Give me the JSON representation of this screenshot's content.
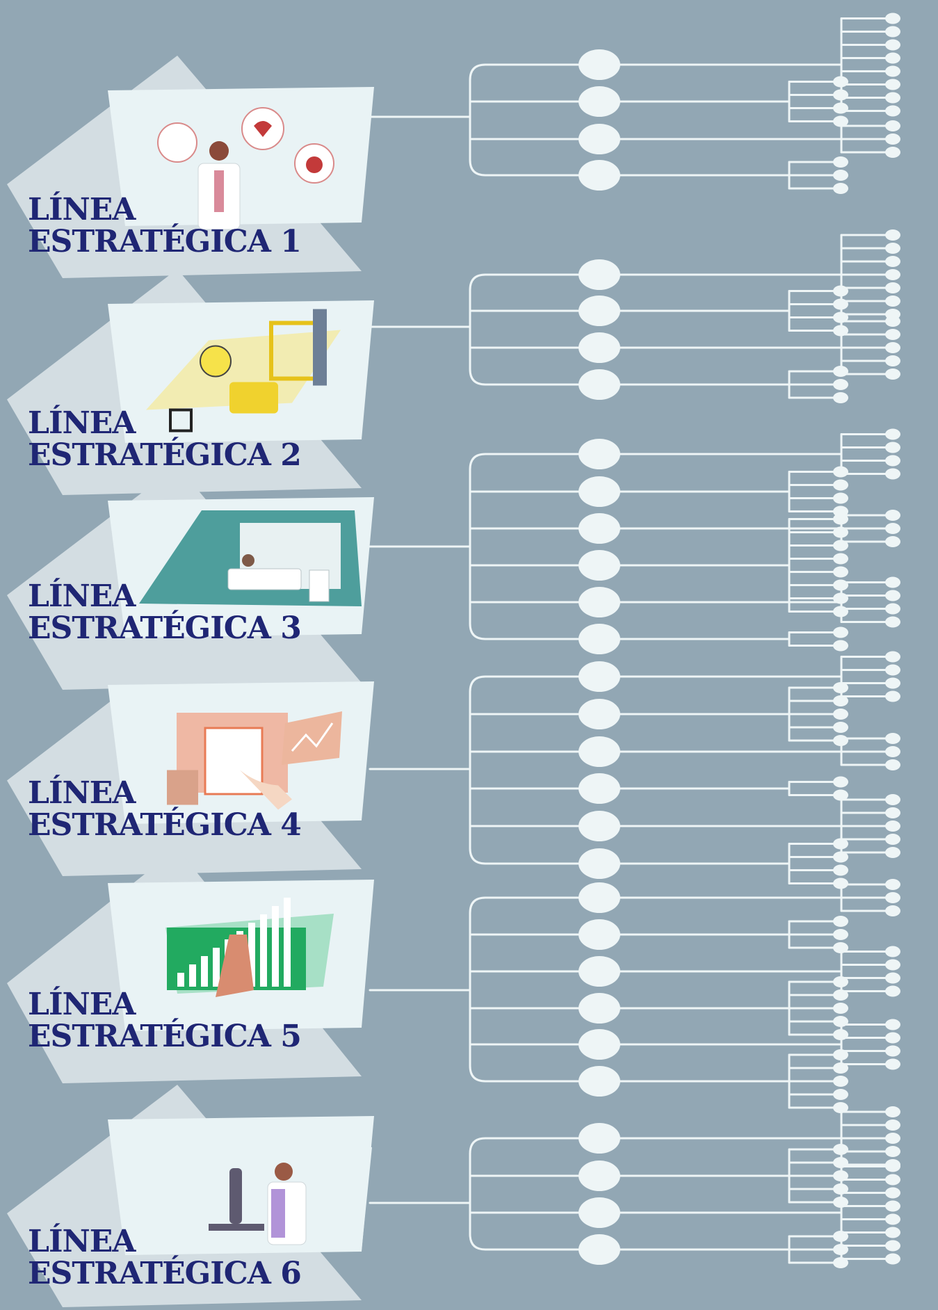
{
  "colors": {
    "background": "#92a7b4",
    "title": "#1f2674",
    "tree": "#eef5f6",
    "card": "#e9f3f5",
    "card_shadow": "#d3dde2"
  },
  "lines": [
    {
      "word": "LÍNEA",
      "title": "ESTRATÉGICA 1",
      "illustration": "doctor-health-icons",
      "branches": [
        2,
        1,
        1,
        1
      ],
      "leaves": [
        [
          4,
          4
        ],
        [
          4
        ],
        [
          3
        ],
        [
          3
        ]
      ]
    },
    {
      "word": "LÍNEA",
      "title": "ESTRATÉGICA 2",
      "illustration": "walker-medical-kit",
      "branches": [
        2,
        1,
        1,
        1
      ],
      "leaves": [
        [
          7
        ],
        [
          4
        ],
        [
          5
        ],
        [
          3
        ]
      ]
    },
    {
      "word": "LÍNEA",
      "title": "ESTRATÉGICA 3",
      "illustration": "hospital-room-beds",
      "branches": [
        1,
        1,
        1,
        1,
        1,
        1
      ],
      "leaves": [
        [
          4
        ],
        [
          4
        ],
        [
          3
        ],
        [
          8
        ],
        [
          4
        ],
        [
          2
        ]
      ]
    },
    {
      "word": "LÍNEA",
      "title": "ESTRATÉGICA 4",
      "illustration": "documents-chart-hand",
      "branches": [
        1,
        1,
        1,
        1,
        1,
        1
      ],
      "leaves": [
        [
          4
        ],
        [
          5
        ],
        [
          3
        ],
        [
          2
        ],
        [
          5
        ],
        [
          4
        ]
      ]
    },
    {
      "word": "LÍNEA",
      "title": "ESTRATÉGICA 5",
      "illustration": "growth-bars-handshake",
      "branches": [
        1,
        1,
        1,
        1,
        1,
        1
      ],
      "leaves": [
        [
          3
        ],
        [
          3
        ],
        [
          4
        ],
        [
          5
        ],
        [
          4
        ],
        [
          5
        ]
      ]
    },
    {
      "word": "LÍNEA",
      "title": "ESTRATÉGICA 6",
      "illustration": "scientist-microscope",
      "branches": [
        1,
        1,
        1,
        1
      ],
      "leaves": [
        [
          5
        ],
        [
          5
        ],
        [
          8
        ],
        [
          3
        ]
      ]
    }
  ]
}
